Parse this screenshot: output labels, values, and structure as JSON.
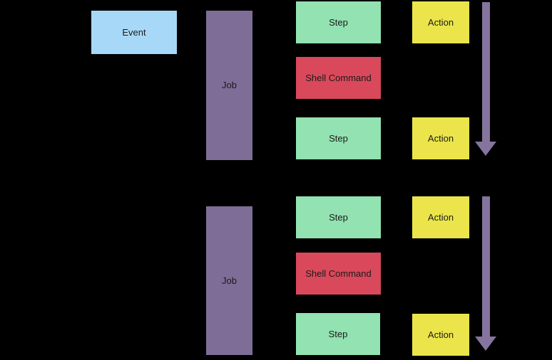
{
  "diagram": {
    "name": "workflow-components-diagram",
    "colors": {
      "background": "#000000",
      "event_fill": "#A8D8F8",
      "job_fill": "#7E6D96",
      "step_fill": "#93E2B1",
      "shell_command_fill": "#D9495B",
      "action_fill": "#EBE54B",
      "arrow_fill": "#84749E",
      "label_text": "#1A1A1A"
    },
    "event": {
      "label": "Event"
    },
    "groups": [
      {
        "job": {
          "label": "Job"
        },
        "steps": [
          {
            "type": "step",
            "label": "Step"
          },
          {
            "type": "shell_command",
            "label": "Shell Command"
          },
          {
            "type": "step",
            "label": "Step"
          }
        ],
        "actions": [
          {
            "label": "Action"
          },
          {
            "label": "Action"
          }
        ],
        "arrow": {
          "direction": "down"
        }
      },
      {
        "job": {
          "label": "Job"
        },
        "steps": [
          {
            "type": "step",
            "label": "Step"
          },
          {
            "type": "shell_command",
            "label": "Shell Command"
          },
          {
            "type": "step",
            "label": "Step"
          }
        ],
        "actions": [
          {
            "label": "Action"
          },
          {
            "label": "Action"
          }
        ],
        "arrow": {
          "direction": "down"
        }
      }
    ]
  }
}
